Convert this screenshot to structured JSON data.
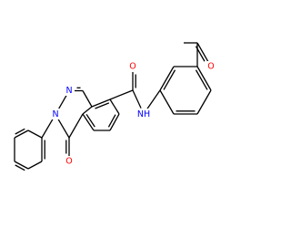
{
  "structure": {
    "atoms": [
      {
        "id": "n_ring_top",
        "symbol": "N",
        "text": "N",
        "color": "#0000ff"
      },
      {
        "id": "n_ring_phenyl",
        "symbol": "N",
        "text": "N",
        "color": "#0000ff"
      },
      {
        "id": "o_ring_carbonyl",
        "symbol": "O",
        "text": "O",
        "color": "#ff0000"
      },
      {
        "id": "o_amide",
        "symbol": "O",
        "text": "O",
        "color": "#ff0000"
      },
      {
        "id": "n_amide",
        "symbol": "N",
        "text": "NH",
        "color": "#0000ff"
      },
      {
        "id": "o_acetyl",
        "symbol": "O",
        "text": "O",
        "color": "#ff0000"
      }
    ]
  }
}
